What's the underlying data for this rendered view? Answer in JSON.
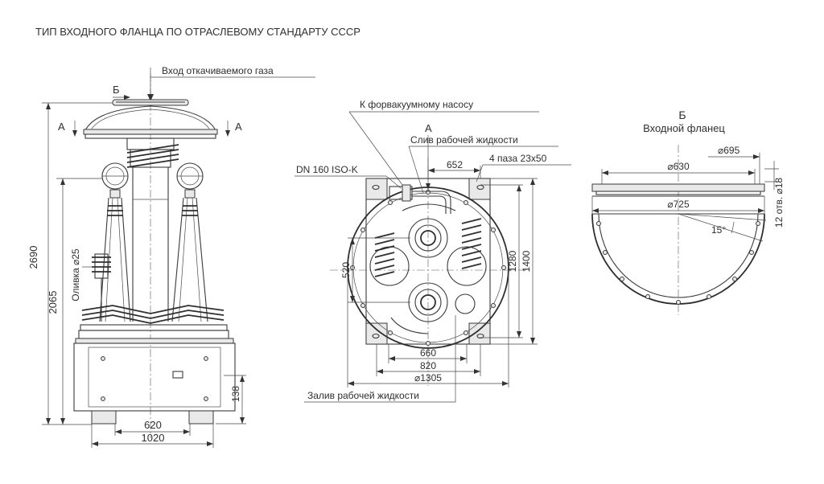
{
  "title": "ТИП ВХОДНОГО ФЛАНЦА ПО ОТРАСЛЕВОМУ СТАНДАРТУ СССР",
  "front_view": {
    "gas_inlet_label": "Вход откачиваемого газа",
    "view_b_marker": "Б",
    "section_a_left": "А",
    "section_a_right": "А",
    "dim_height_total": "2690",
    "dim_height_body": "2065",
    "drain_label": "Оливка ⌀25",
    "dim_base_height": "138",
    "dim_feet_width": "620",
    "dim_width": "1020"
  },
  "top_view": {
    "foreline_label": "К форвакуумному насосу",
    "section_marker": "А",
    "fluid_drain_label": "Слив рабочей жидкости",
    "flange_label": "DN 160 ISO-K",
    "dim_652": "652",
    "slots_label": "4 паза 23х50",
    "dim_520": "520",
    "dim_1280": "1280",
    "dim_1400": "1400",
    "dim_660": "660",
    "dim_820": "820",
    "dim_1305": "⌀1305",
    "fluid_fill_label": "Залив рабочей жидкости"
  },
  "flange_view": {
    "marker": "Б",
    "caption": "Входной фланец",
    "dim_695": "⌀695",
    "dim_630": "⌀630",
    "dim_725": "⌀725",
    "holes_label": "12 отв. ⌀18",
    "angle_label": "15°"
  }
}
